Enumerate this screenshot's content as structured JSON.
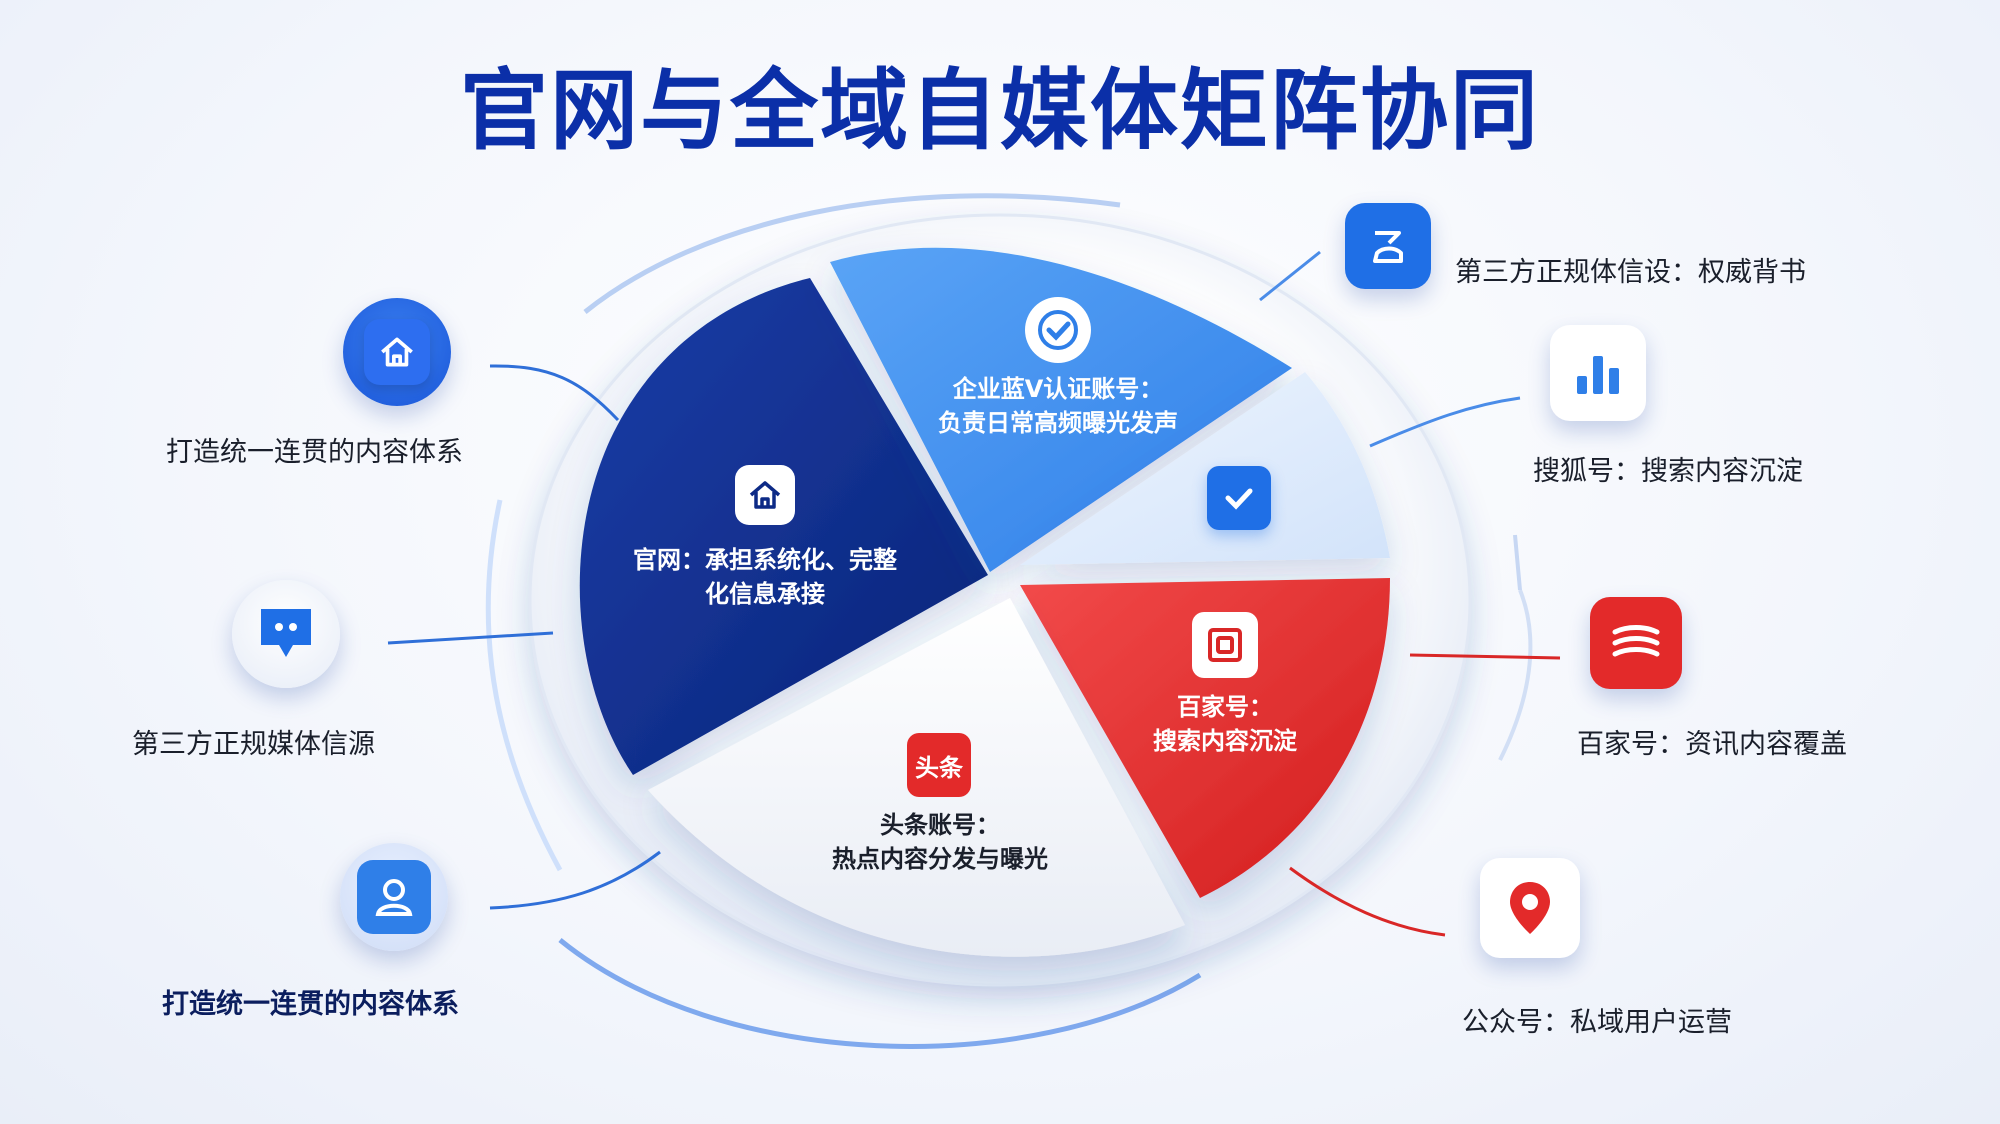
{
  "title": "官网与全域自媒体矩阵协同",
  "segments": {
    "official": {
      "line1": "官网：承担系统化、完整",
      "line2": "化信息承接"
    },
    "verified": {
      "line1": "企业蓝V认证账号：",
      "line2": "负责日常高频曝光发声"
    },
    "baijia": {
      "line1": "百家号：",
      "line2": "搜索内容沉淀"
    },
    "toutiao": {
      "line1": "头条账号：",
      "line2": "热点内容分发与曝光",
      "logo": "头条"
    }
  },
  "left_labels": {
    "top": "打造统一连贯的内容体系",
    "middle": "第三方正规媒体信源",
    "bottom": "打造统一连贯的内容体系"
  },
  "right_labels": {
    "r1": "第三方正规体信设：权威背书",
    "r2": "搜狐号：搜索内容沉淀",
    "r3": "百家号：资讯内容覆盖",
    "r4": "公众号：私域用户运营"
  },
  "colors": {
    "title": "#0b2fa8",
    "navy": "#0d2a86",
    "mid_blue": "#3f8ef0",
    "light_blue": "#dbe9fb",
    "red": "#e32a2a",
    "white_seg": "#f4f6fa"
  },
  "icons": {
    "left_top": "home-icon",
    "left_middle": "chat-bubble-icon",
    "left_bottom": "user-avatar-icon",
    "right_1": "media-badge-icon",
    "right_2": "bar-chart-icon",
    "right_3": "baijia-logo-icon",
    "right_4": "location-pin-icon"
  }
}
